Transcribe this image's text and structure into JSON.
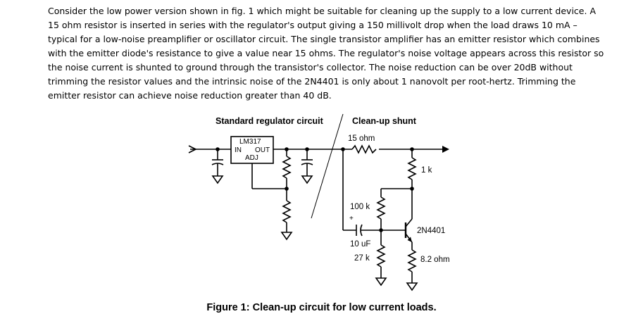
{
  "paragraph": "Consider the low power version shown in fig. 1 which might be suitable for cleaning up the supply to a low current device. A 15 ohm resistor is inserted in series with the regulator's output giving a 150 millivolt drop when the load draws 10 mA – typical for a low-noise preamplifier or oscillator circuit. The single transistor amplifier has an emitter resistor which combines with the emitter diode's resistance to give a value near 15 ohms. The regulator's noise voltage appears across this resistor so the noise current is shunted to ground through the transistor's collector. The noise reduction can be over 20dB without trimming the resistor values and the intrinsic noise of the 2N4401 is only about 1 nanovolt per root-hertz. Trimming the emitter resistor can achieve noise reduction greater than 40 dB.",
  "diagram": {
    "header_left": "Standard regulator circuit",
    "header_right": "Clean-up shunt",
    "ic": {
      "name": "LM317",
      "pin_in": "IN",
      "pin_out": "OUT",
      "pin_adj": "ADJ"
    },
    "labels": {
      "r_series": "15 ohm",
      "r_collector": "1 k",
      "r_bias_top": "100 k",
      "r_bias_bottom": "27 k",
      "r_emitter": "8.2 ohm",
      "capacitor": "10 uF",
      "cap_polarity": "+",
      "transistor": "2N4401"
    }
  },
  "caption": "Figure 1: Clean-up circuit for low current loads."
}
